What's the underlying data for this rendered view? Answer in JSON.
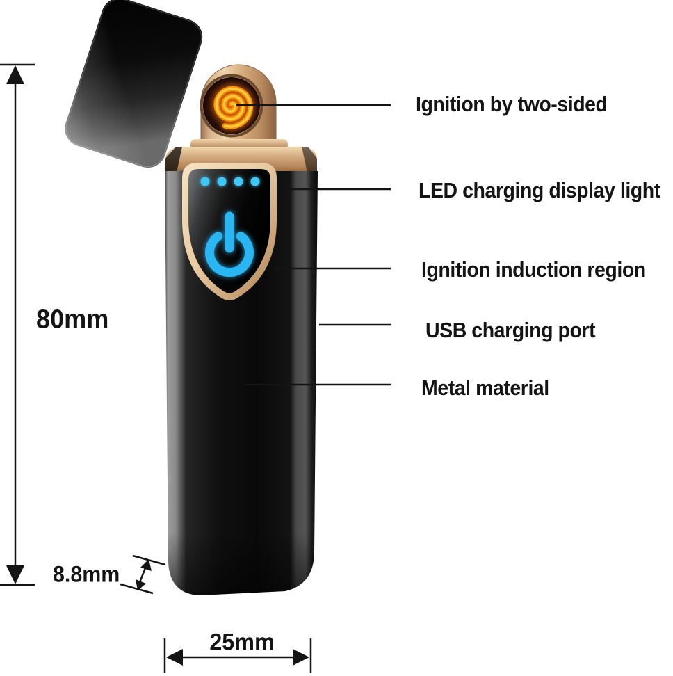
{
  "figure": {
    "type": "product-annotation-diagram",
    "subject": "Flameless USB coil lighter with flip cap"
  },
  "callouts": [
    {
      "id": "ignition-coil",
      "text": "Ignition by two-sided"
    },
    {
      "id": "led-display",
      "text": "LED charging display light"
    },
    {
      "id": "induction-region",
      "text": "Ignition induction region"
    },
    {
      "id": "usb-port",
      "text": "USB charging port"
    },
    {
      "id": "metal-material",
      "text": "Metal material"
    }
  ],
  "dimensions": {
    "height": "80mm",
    "base": "8.8mm",
    "width": "25mm"
  },
  "colors": {
    "power_blue": "#29b6f2",
    "led_blue": "#3fc6f4",
    "coil_orange": "#ff9400",
    "coil_highlight": "#ffd44e",
    "gold": "#d2a97e",
    "body_black": "#0c0c0c",
    "annotation": "#141414",
    "background": "#ffffff"
  }
}
